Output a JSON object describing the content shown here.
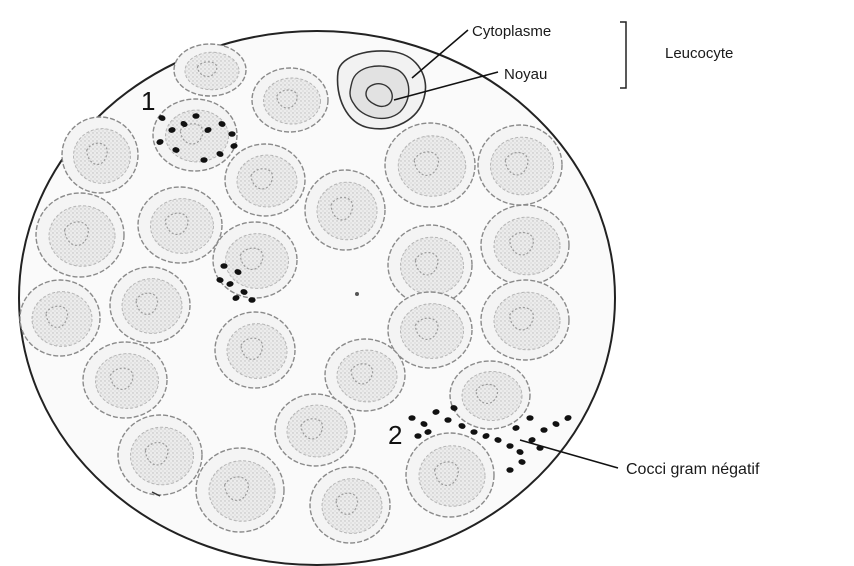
{
  "labels": {
    "cytoplasme": "Cytoplasme",
    "noyau": "Noyau",
    "leucocyte": "Leucocyte",
    "marker_1": "1",
    "marker_2": "2",
    "cocci": "Cocci gram négatif"
  },
  "colors": {
    "ink": "#111111",
    "cell_outline": "#8a8a8a",
    "circle_outline": "#222222"
  }
}
